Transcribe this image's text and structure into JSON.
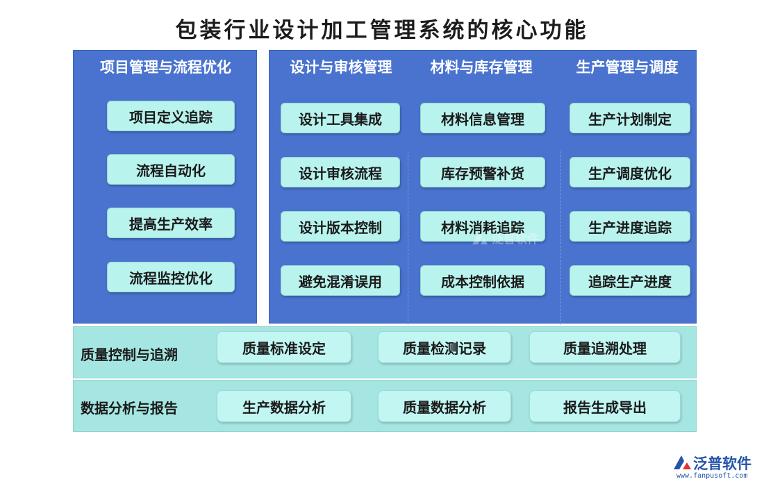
{
  "title": "包装行业设计加工管理系统的核心功能",
  "left_panel": {
    "heading": "项目管理与流程优化",
    "items": [
      "项目定义追踪",
      "流程自动化",
      "提高生产效率",
      "流程监控优化"
    ]
  },
  "right_panel": {
    "columns": [
      {
        "heading": "设计与审核管理",
        "items": [
          "设计工具集成",
          "设计审核流程",
          "设计版本控制",
          "避免混淆误用"
        ]
      },
      {
        "heading": "材料与库存管理",
        "items": [
          "材料信息管理",
          "库存预警补货",
          "材料消耗追踪",
          "成本控制依据"
        ]
      },
      {
        "heading": "生产管理与调度",
        "items": [
          "生产计划制定",
          "生产调度优化",
          "生产进度追踪",
          "追踪生产进度"
        ]
      }
    ]
  },
  "bands": [
    {
      "label": "质量控制与追溯",
      "items": [
        "质量标准设定",
        "质量检测记录",
        "质量追溯处理"
      ]
    },
    {
      "label": "数据分析与报告",
      "items": [
        "生产数据分析",
        "质量数据分析",
        "报告生成导出"
      ]
    }
  ],
  "watermark": "泛普软件",
  "logo": {
    "name": "泛普软件",
    "url": "www.fanpusoft.com"
  },
  "colors": {
    "panel_blue": "#4a73cf",
    "pill": "#b9f3ee",
    "band": "#a6e6e2",
    "logo_blue": "#2453a8"
  }
}
